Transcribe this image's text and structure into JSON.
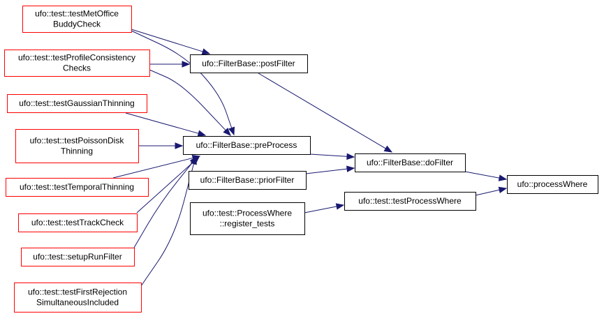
{
  "colors": {
    "edge": "#191970",
    "node_border_red": "#ff0000",
    "node_border_black": "#000000",
    "highlight_fill": "#bfbfbf"
  },
  "nodes": [
    {
      "id": "metoffice",
      "lines": [
        "ufo::test::testMetOffice",
        "BuddyCheck"
      ],
      "border": "red"
    },
    {
      "id": "profilecons",
      "lines": [
        "ufo::test::testProfileConsistency",
        "Checks"
      ],
      "border": "red"
    },
    {
      "id": "gaussian",
      "lines": [
        "ufo::test::testGaussianThinning"
      ],
      "border": "red"
    },
    {
      "id": "poisson",
      "lines": [
        "ufo::test::testPoissonDisk",
        "Thinning"
      ],
      "border": "red"
    },
    {
      "id": "temporal",
      "lines": [
        "ufo::test::testTemporalThinning"
      ],
      "border": "red"
    },
    {
      "id": "trackcheck",
      "lines": [
        "ufo::test::testTrackCheck"
      ],
      "border": "red"
    },
    {
      "id": "setuprun",
      "lines": [
        "ufo::test::setupRunFilter"
      ],
      "border": "red"
    },
    {
      "id": "firstrej",
      "lines": [
        "ufo::test::testFirstRejection",
        "SimultaneousIncluded"
      ],
      "border": "red"
    },
    {
      "id": "postfilter",
      "lines": [
        "ufo::FilterBase::postFilter"
      ],
      "border": "black"
    },
    {
      "id": "preprocess",
      "lines": [
        "ufo::FilterBase::preProcess"
      ],
      "border": "black"
    },
    {
      "id": "priorfilter",
      "lines": [
        "ufo::FilterBase::priorFilter"
      ],
      "border": "black"
    },
    {
      "id": "registertests",
      "lines": [
        "ufo::test::ProcessWhere",
        "::register_tests"
      ],
      "border": "black"
    },
    {
      "id": "dofilter",
      "lines": [
        "ufo::FilterBase::doFilter"
      ],
      "border": "black"
    },
    {
      "id": "testprocesswhere",
      "lines": [
        "ufo::test::testProcessWhere"
      ],
      "border": "black"
    },
    {
      "id": "processwhere",
      "lines": [
        "ufo::processWhere"
      ],
      "border": "black",
      "highlight": true
    }
  ],
  "edges": [
    {
      "from": "metoffice",
      "to": "postfilter"
    },
    {
      "from": "metoffice",
      "to": "preprocess"
    },
    {
      "from": "profilecons",
      "to": "postfilter"
    },
    {
      "from": "profilecons",
      "to": "preprocess"
    },
    {
      "from": "gaussian",
      "to": "preprocess"
    },
    {
      "from": "poisson",
      "to": "preprocess"
    },
    {
      "from": "temporal",
      "to": "preprocess"
    },
    {
      "from": "trackcheck",
      "to": "preprocess"
    },
    {
      "from": "setuprun",
      "to": "preprocess"
    },
    {
      "from": "firstrej",
      "to": "preprocess"
    },
    {
      "from": "postfilter",
      "to": "dofilter"
    },
    {
      "from": "preprocess",
      "to": "dofilter"
    },
    {
      "from": "priorfilter",
      "to": "dofilter"
    },
    {
      "from": "dofilter",
      "to": "processwhere"
    },
    {
      "from": "registertests",
      "to": "testprocesswhere"
    },
    {
      "from": "testprocesswhere",
      "to": "processwhere"
    }
  ]
}
